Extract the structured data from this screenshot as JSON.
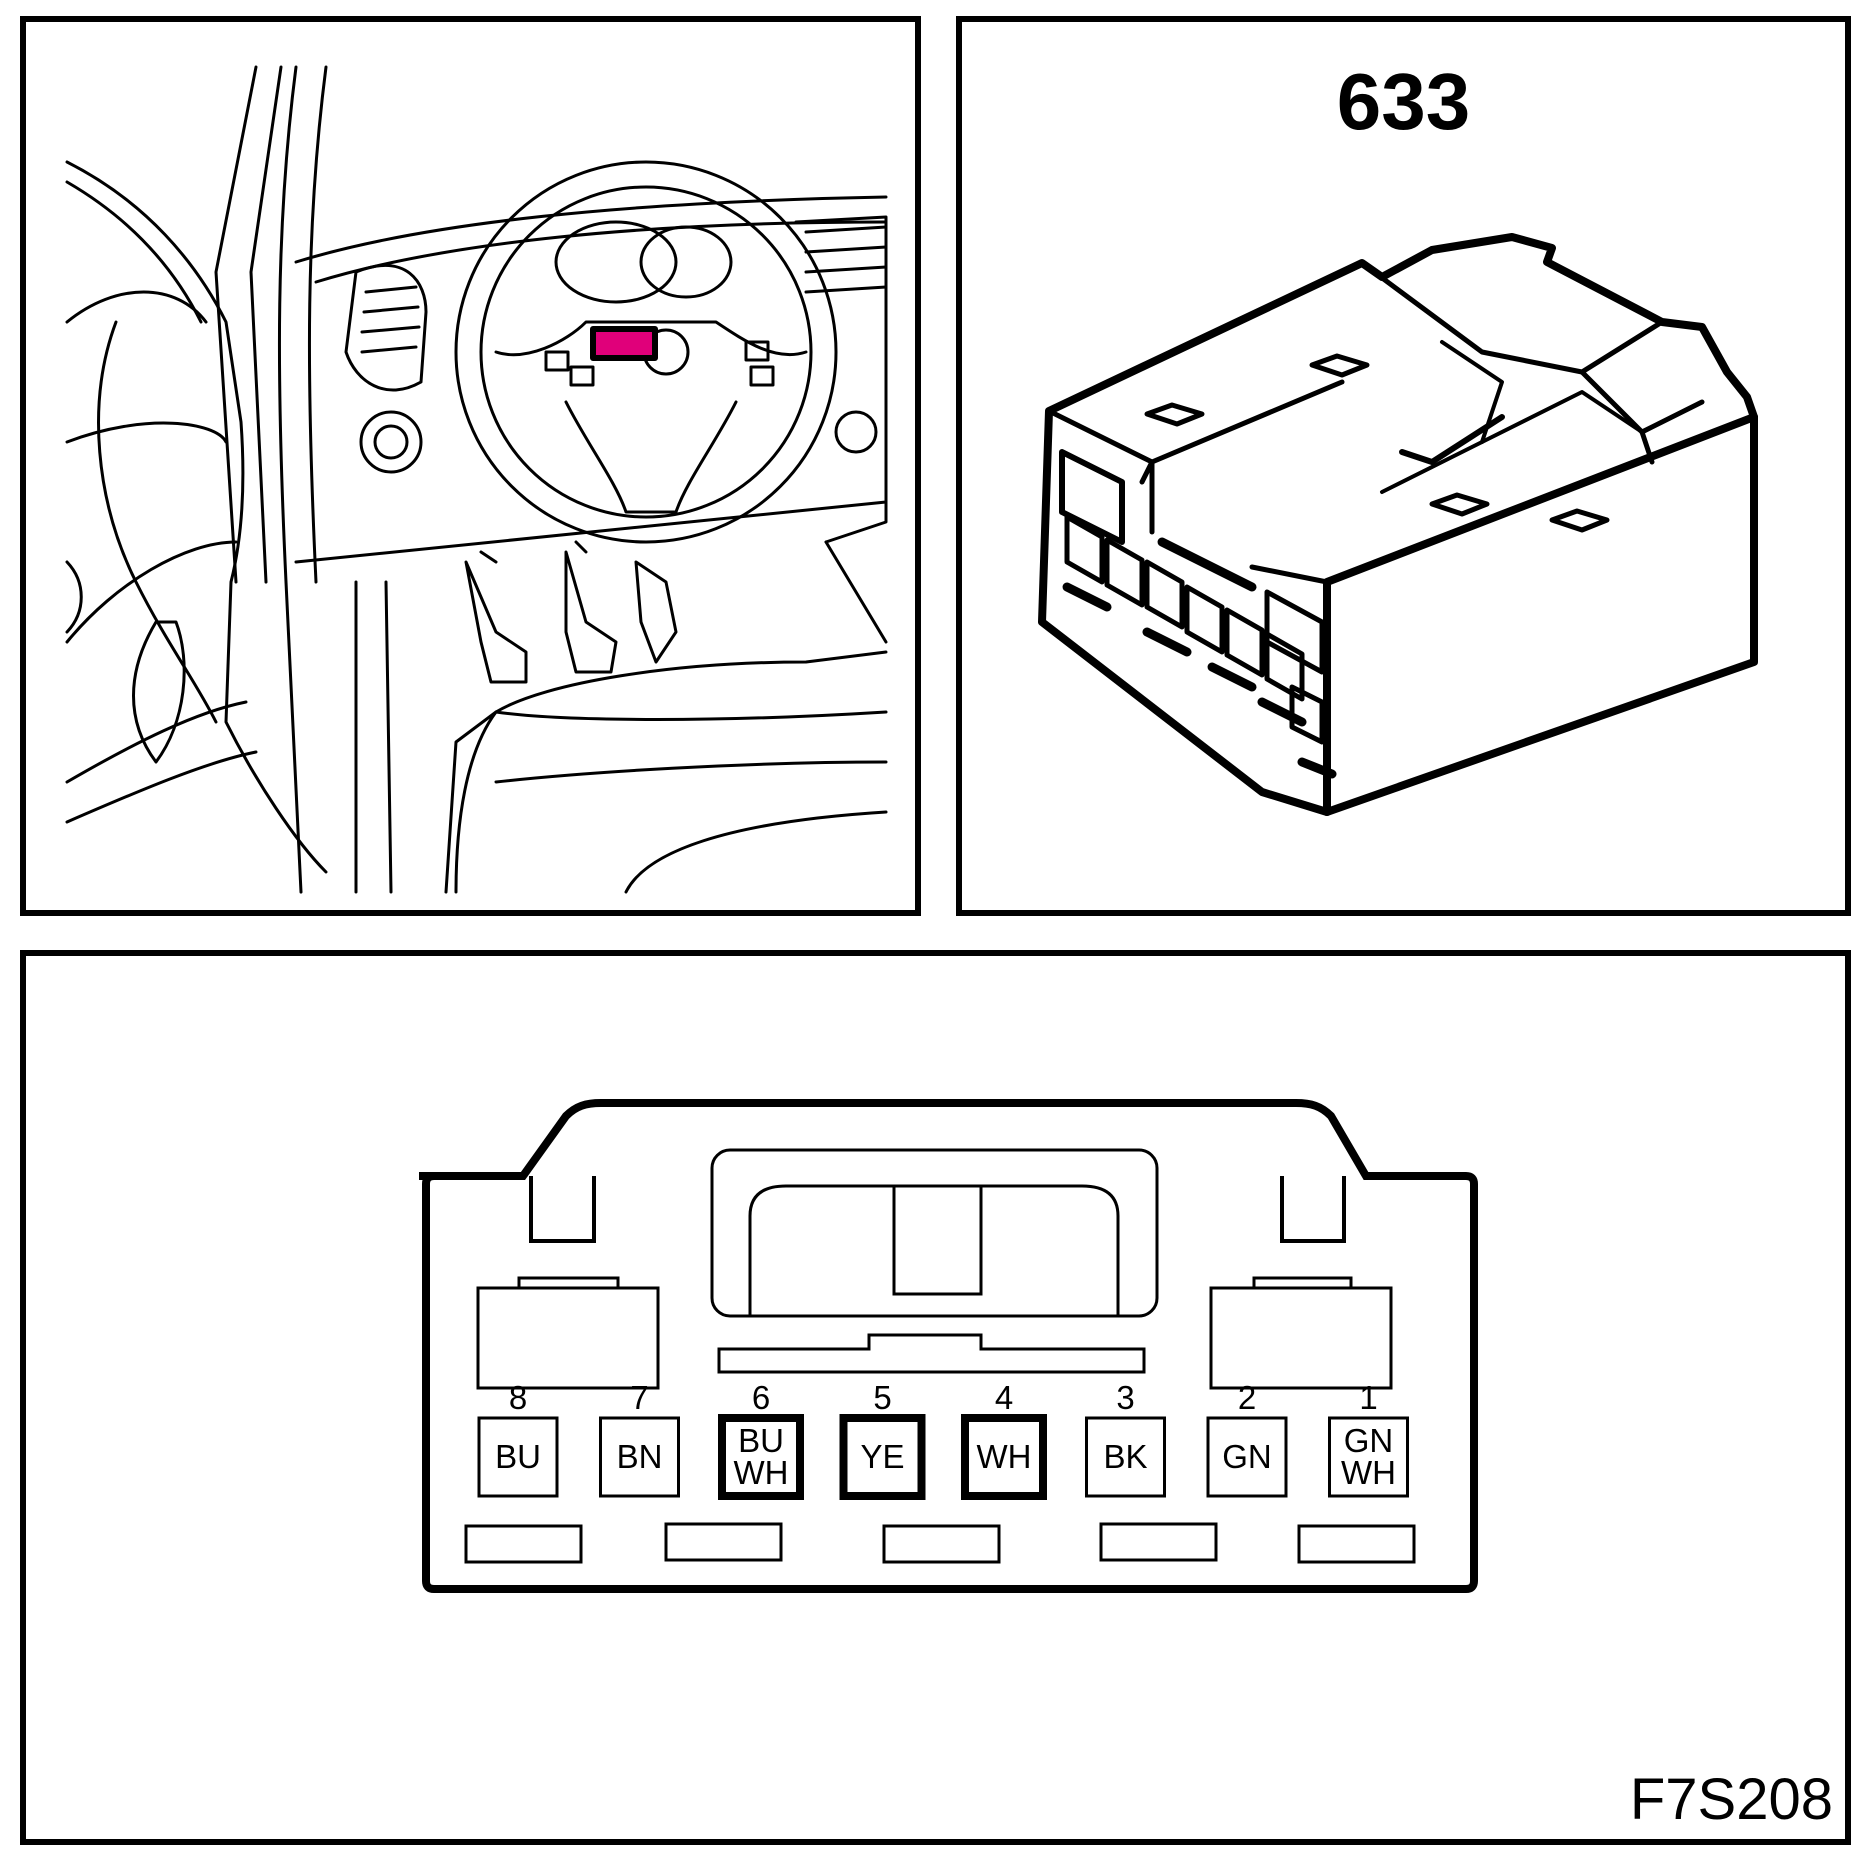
{
  "connector": {
    "id": "633",
    "highlight_color": "#e0007a"
  },
  "figure_code": "F7S208",
  "pins": [
    {
      "number": "8",
      "wires": [
        "BU"
      ],
      "used": false
    },
    {
      "number": "7",
      "wires": [
        "BN"
      ],
      "used": false
    },
    {
      "number": "6",
      "wires": [
        "BU",
        "WH"
      ],
      "used": true
    },
    {
      "number": "5",
      "wires": [
        "YE"
      ],
      "used": true
    },
    {
      "number": "4",
      "wires": [
        "WH"
      ],
      "used": true
    },
    {
      "number": "3",
      "wires": [
        "BK"
      ],
      "used": false
    },
    {
      "number": "2",
      "wires": [
        "GN"
      ],
      "used": false
    },
    {
      "number": "1",
      "wires": [
        "GN",
        "WH"
      ],
      "used": false
    }
  ]
}
